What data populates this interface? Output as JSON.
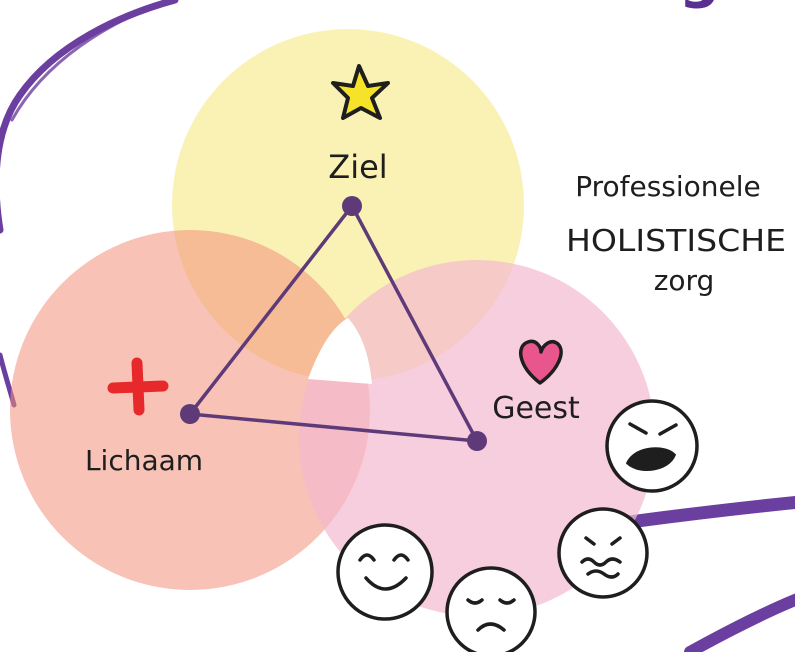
{
  "header": {
    "title": "Zorgvisie"
  },
  "diagram": {
    "nodes": {
      "soul": {
        "label": "Ziel",
        "icon": "star-icon"
      },
      "body": {
        "label": "Lichaam",
        "icon": "red-cross-icon"
      },
      "mind": {
        "label": "Geest",
        "icon": "heart-icon"
      }
    },
    "caption": {
      "line1": "Professionele",
      "line2": "HOLISTISCHE",
      "line3": "zorg"
    },
    "faces": [
      "angry-face-icon",
      "worried-face-icon",
      "sad-face-icon",
      "smiling-face-icon"
    ]
  },
  "colors": {
    "soul_circle": "#f9eea0",
    "body_circle": "#f3907b",
    "mind_circle": "#f4b9cf",
    "triangle": "#5e3b78",
    "swoosh": "#6b3fa0",
    "cross": "#e8292b",
    "star": "#f7e22a",
    "heart": "#e9558d"
  }
}
